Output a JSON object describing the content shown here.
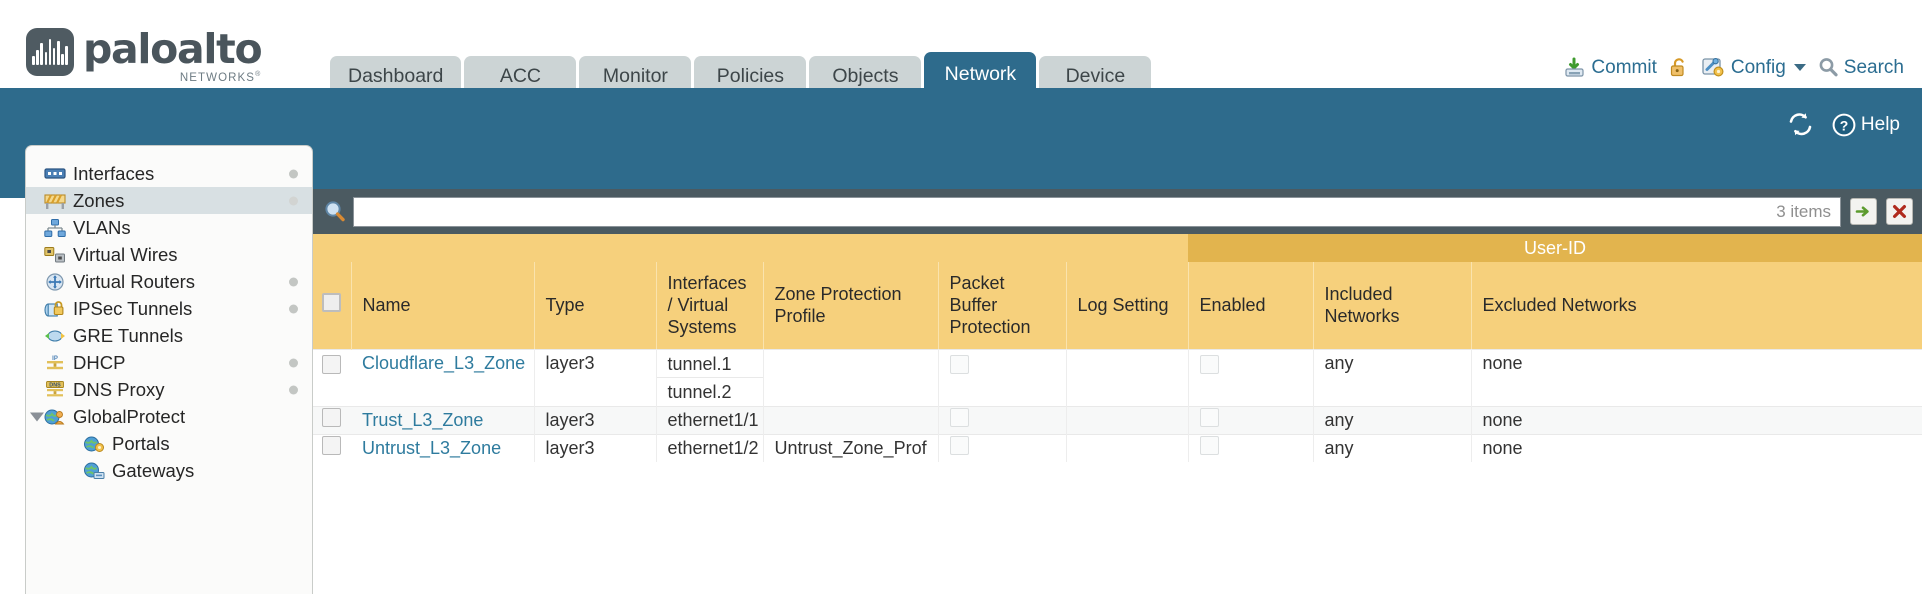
{
  "brand": {
    "name": "paloalto",
    "tagline": "NETWORKS",
    "registered": "®"
  },
  "tabs": [
    {
      "label": "Dashboard",
      "active": false
    },
    {
      "label": "ACC",
      "active": false
    },
    {
      "label": "Monitor",
      "active": false
    },
    {
      "label": "Policies",
      "active": false
    },
    {
      "label": "Objects",
      "active": false
    },
    {
      "label": "Network",
      "active": true
    },
    {
      "label": "Device",
      "active": false
    }
  ],
  "top_actions": {
    "commit": "Commit",
    "config": "Config",
    "search": "Search"
  },
  "band": {
    "help": "Help"
  },
  "sidebar": {
    "items": [
      {
        "label": "Interfaces",
        "icon": "interfaces-icon",
        "selected": false,
        "dot": true,
        "child": false,
        "expander": false
      },
      {
        "label": "Zones",
        "icon": "zones-icon",
        "selected": true,
        "dot": true,
        "child": false,
        "expander": false
      },
      {
        "label": "VLANs",
        "icon": "vlans-icon",
        "selected": false,
        "dot": false,
        "child": false,
        "expander": false
      },
      {
        "label": "Virtual Wires",
        "icon": "virtual-wires-icon",
        "selected": false,
        "dot": false,
        "child": false,
        "expander": false
      },
      {
        "label": "Virtual Routers",
        "icon": "virtual-routers-icon",
        "selected": false,
        "dot": true,
        "child": false,
        "expander": false
      },
      {
        "label": "IPSec Tunnels",
        "icon": "ipsec-tunnels-icon",
        "selected": false,
        "dot": true,
        "child": false,
        "expander": false
      },
      {
        "label": "GRE Tunnels",
        "icon": "gre-tunnels-icon",
        "selected": false,
        "dot": false,
        "child": false,
        "expander": false
      },
      {
        "label": "DHCP",
        "icon": "dhcp-icon",
        "selected": false,
        "dot": true,
        "child": false,
        "expander": false
      },
      {
        "label": "DNS Proxy",
        "icon": "dns-proxy-icon",
        "selected": false,
        "dot": true,
        "child": false,
        "expander": false
      },
      {
        "label": "GlobalProtect",
        "icon": "globalprotect-icon",
        "selected": false,
        "dot": false,
        "child": false,
        "expander": true
      },
      {
        "label": "Portals",
        "icon": "portals-icon",
        "selected": false,
        "dot": false,
        "child": true,
        "expander": false
      },
      {
        "label": "Gateways",
        "icon": "gateways-icon",
        "selected": false,
        "dot": false,
        "child": true,
        "expander": false
      }
    ]
  },
  "search": {
    "value": "",
    "placeholder": "",
    "item_count": "3 items",
    "apply_icon": "apply-filter-icon",
    "clear_icon": "clear-filter-icon"
  },
  "table": {
    "group_header": "User-ID",
    "columns": [
      "Name",
      "Type",
      "Interfaces / Virtual Systems",
      "Zone Protection Profile",
      "Packet Buffer Protection",
      "Log Setting",
      "Enabled",
      "Included Networks",
      "Excluded Networks"
    ],
    "rows": [
      {
        "selected": false,
        "name": "Cloudflare_L3_Zone",
        "type": "layer3",
        "interfaces": [
          "tunnel.1",
          "tunnel.2"
        ],
        "zone_protection_profile": "",
        "packet_buffer_protection": false,
        "log_setting": "",
        "userid_enabled": false,
        "included_networks": "any",
        "excluded_networks": "none"
      },
      {
        "selected": false,
        "name": "Trust_L3_Zone",
        "type": "layer3",
        "interfaces": [
          "ethernet1/1"
        ],
        "zone_protection_profile": "",
        "packet_buffer_protection": false,
        "log_setting": "",
        "userid_enabled": false,
        "included_networks": "any",
        "excluded_networks": "none"
      },
      {
        "selected": false,
        "name": "Untrust_L3_Zone",
        "type": "layer3",
        "interfaces": [
          "ethernet1/2"
        ],
        "zone_protection_profile": "Untrust_Zone_Prof",
        "packet_buffer_protection": false,
        "log_setting": "",
        "userid_enabled": false,
        "included_networks": "any",
        "excluded_networks": "none"
      }
    ]
  },
  "colors": {
    "brand_blue": "#2e6b8c",
    "header_amber": "#f6d07c",
    "group_amber": "#e2b44e",
    "link_blue": "#2e7b9e",
    "toolbar_slate": "#4b5a61"
  }
}
